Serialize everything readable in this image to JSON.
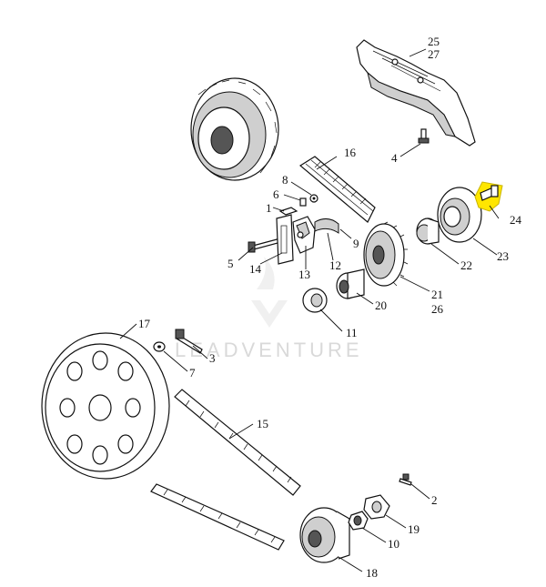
{
  "watermark": {
    "text": "LEADVENTURE"
  },
  "colors": {
    "highlight": "#ffe600",
    "ink": "#111111",
    "watermark": "#d9d9d9"
  },
  "callouts": [
    {
      "id": "p25",
      "label": "25"
    },
    {
      "id": "p27",
      "label": "27"
    },
    {
      "id": "p4",
      "label": "4"
    },
    {
      "id": "p16",
      "label": "16"
    },
    {
      "id": "p8",
      "label": "8"
    },
    {
      "id": "p6",
      "label": "6"
    },
    {
      "id": "p1",
      "label": "1"
    },
    {
      "id": "p24",
      "label": "24",
      "highlighted": true
    },
    {
      "id": "p9",
      "label": "9"
    },
    {
      "id": "p5",
      "label": "5"
    },
    {
      "id": "p14",
      "label": "14"
    },
    {
      "id": "p13",
      "label": "13"
    },
    {
      "id": "p12",
      "label": "12"
    },
    {
      "id": "p22",
      "label": "22"
    },
    {
      "id": "p23",
      "label": "23"
    },
    {
      "id": "p21",
      "label": "21"
    },
    {
      "id": "p26",
      "label": "26"
    },
    {
      "id": "p20",
      "label": "20"
    },
    {
      "id": "p11",
      "label": "11"
    },
    {
      "id": "p17",
      "label": "17"
    },
    {
      "id": "p3",
      "label": "3"
    },
    {
      "id": "p7",
      "label": "7"
    },
    {
      "id": "p15",
      "label": "15"
    },
    {
      "id": "p2",
      "label": "2"
    },
    {
      "id": "p19",
      "label": "19"
    },
    {
      "id": "p10",
      "label": "10"
    },
    {
      "id": "p18",
      "label": "18"
    }
  ]
}
